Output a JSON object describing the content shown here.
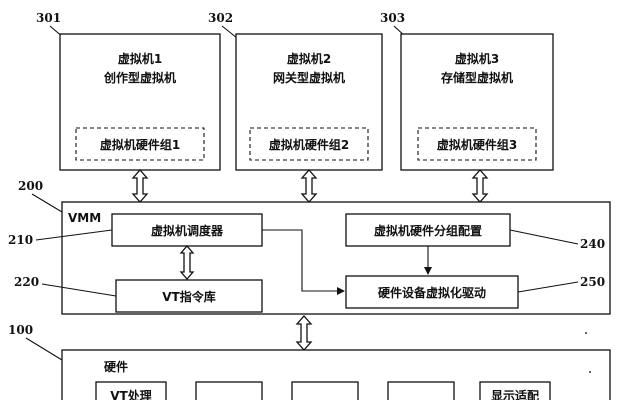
{
  "refs": {
    "vm1": "301",
    "vm2": "302",
    "vm3": "303",
    "vmm": "200",
    "scheduler": "210",
    "vt_lib": "220",
    "hw_group_config": "240",
    "hw_virt_driver": "250",
    "hardware": "100"
  },
  "vms": [
    {
      "name": "虚拟机1",
      "type": "创作型虚拟机",
      "hw_group": "虚拟机硬件组1"
    },
    {
      "name": "虚拟机2",
      "type": "网关型虚拟机",
      "hw_group": "虚拟机硬件组2"
    },
    {
      "name": "虚拟机3",
      "type": "存储型虚拟机",
      "hw_group": "虚拟机硬件组3"
    }
  ],
  "vmm": {
    "label": "VMM",
    "scheduler": "虚拟机调度器",
    "vt_lib": "VT指令库",
    "hw_group_config": "虚拟机硬件分组配置",
    "hw_virt_driver": "硬件设备虚拟化驱动"
  },
  "hardware": {
    "label": "硬件",
    "items": [
      "VT处理",
      "",
      "",
      "",
      "显示适配"
    ]
  }
}
